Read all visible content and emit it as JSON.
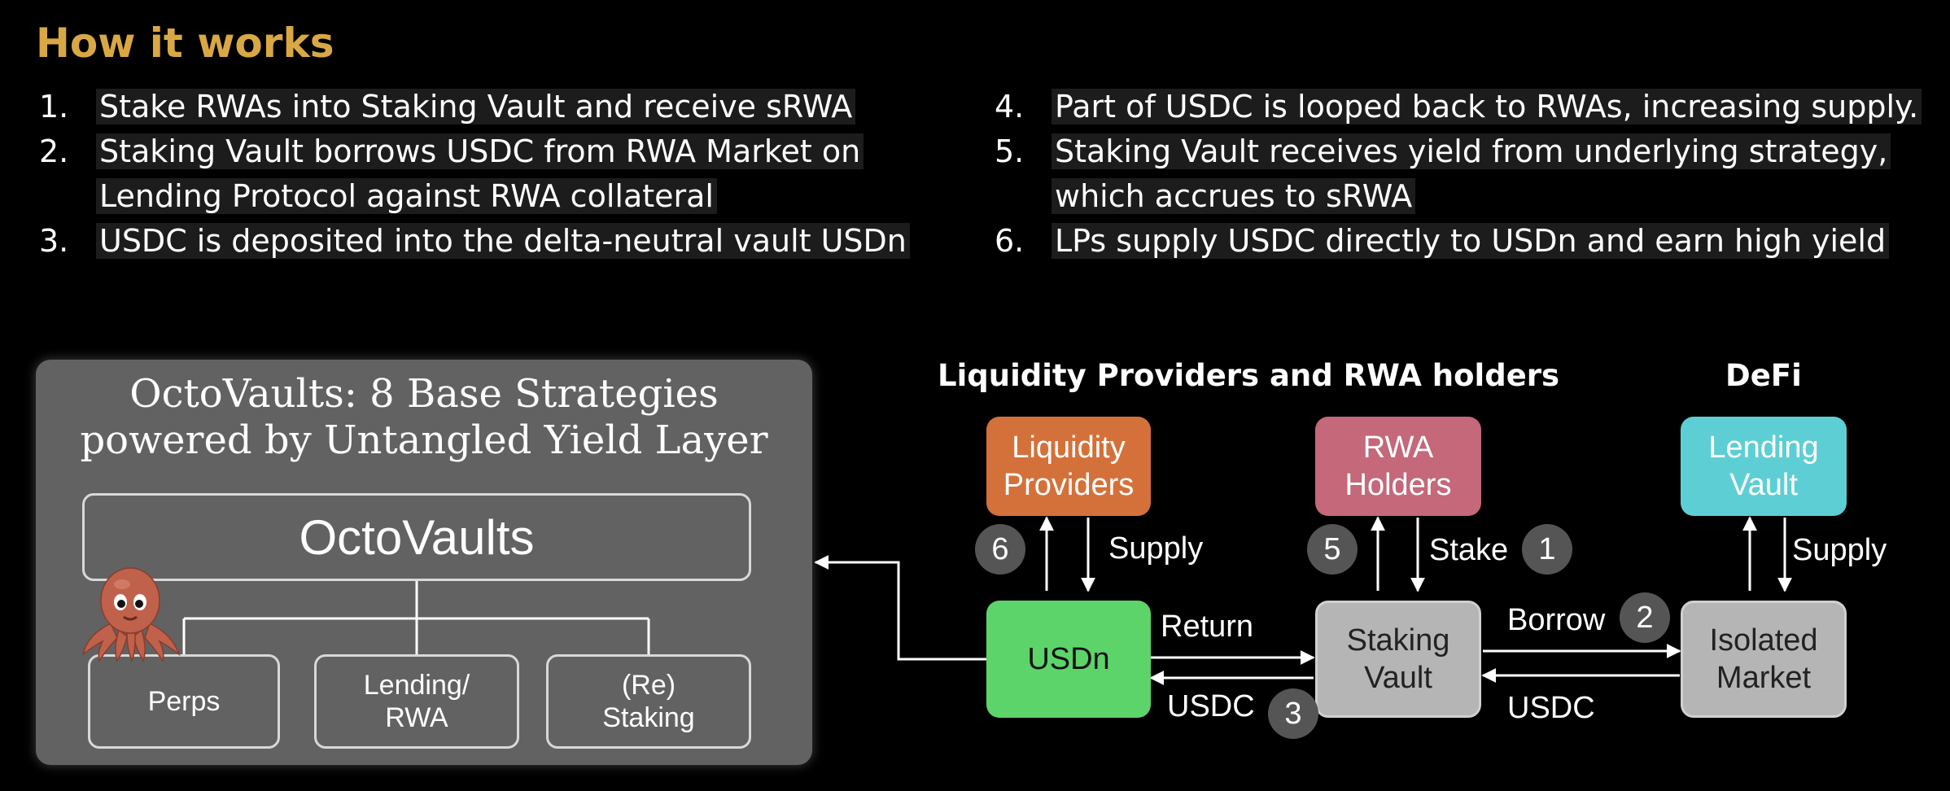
{
  "header": {
    "title": "How it works"
  },
  "steps_left": [
    {
      "num": "1.",
      "text": "Stake RWAs into Staking Vault and receive sRWA"
    },
    {
      "num": "2.",
      "text": "Staking Vault borrows USDC from  RWA Market on Lending Protocol against RWA collateral"
    },
    {
      "num": "3.",
      "text": "USDC is deposited into the delta-neutral vault USDn"
    }
  ],
  "steps_right": [
    {
      "num": "4.",
      "text": "Part of USDC is looped back to RWAs, increasing supply."
    },
    {
      "num": "5.",
      "text": "Staking Vault receives yield from underlying strategy, which accrues to sRWA"
    },
    {
      "num": "6.",
      "text": "LPs supply USDC directly to USDn and earn high yield"
    }
  ],
  "panel": {
    "title_line1": "OctoVaults: 8 Base Strategies",
    "title_line2": "powered by Untangled Yield Layer",
    "main_box": "OctoVaults",
    "sub_boxes": [
      {
        "line1": "Perps",
        "line2": ""
      },
      {
        "line1": "Lending/",
        "line2": "RWA"
      },
      {
        "line1": "(Re)",
        "line2": "Staking"
      }
    ],
    "mascot_icon": "octopus-mascot-icon"
  },
  "flow": {
    "headings": {
      "lp_rwa": "Liquidity Providers and  RWA holders",
      "defi": "DeFi"
    },
    "nodes": {
      "lp": {
        "line1": "Liquidity",
        "line2": "Providers",
        "color": "#d4713a"
      },
      "rwa": {
        "line1": "RWA",
        "line2": "Holders",
        "color": "#c4687a"
      },
      "lending": {
        "line1": "Lending",
        "line2": "Vault",
        "color": "#5dcfd4"
      },
      "usdn": {
        "line1": "USDn",
        "color": "#5cd46a"
      },
      "staking": {
        "line1": "Staking",
        "line2": "Vault",
        "color": "#b5b5b5"
      },
      "isolated": {
        "line1": "Isolated",
        "line2": "Market",
        "color": "#b5b5b5"
      }
    },
    "labels": {
      "supply_lp": "Supply",
      "stake": "Stake",
      "supply_defi": "Supply",
      "return": "Return",
      "usdc_left": "USDC",
      "borrow": "Borrow",
      "usdc_right": "USDC"
    },
    "badges": {
      "b1": "1",
      "b2": "2",
      "b3": "3",
      "b5": "5",
      "b6": "6"
    }
  }
}
